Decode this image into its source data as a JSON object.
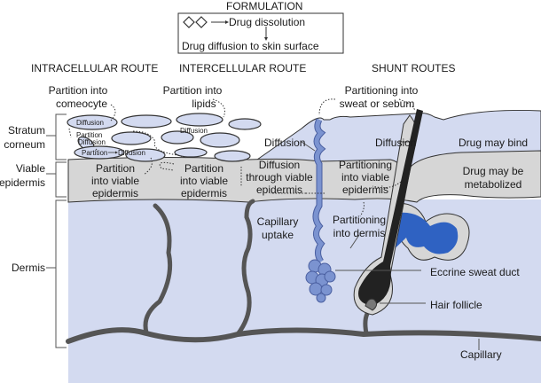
{
  "formulation": {
    "title": "FORMULATION",
    "step1": "Drug dissolution",
    "step2": "Drug diffusion to skin surface",
    "icon": "diamond-crystals-icon"
  },
  "routes": {
    "intracellular": "INTRACELLULAR ROUTE",
    "intercellular": "INTERCELLULAR ROUTE",
    "shunt": "SHUNT ROUTES"
  },
  "layers": {
    "stratum_corneum": [
      "Stratum",
      "corneum"
    ],
    "viable_epidermis": [
      "Viable",
      "epidermis"
    ],
    "dermis": "Dermis"
  },
  "intracellular": {
    "partition_corneocyte": [
      "Partition into",
      "comeocyte"
    ],
    "diffusion_top": "Diffusion",
    "partition_mid": "Partition",
    "diffusion_mid": "Diffusion",
    "partition_bottom": "Partition",
    "diffusion_bottom": "Diffusion",
    "partition_viable": [
      "Partition",
      "into viable",
      "epidermis"
    ]
  },
  "intercellular": {
    "partition_lipids": [
      "Partition into",
      "lipids"
    ],
    "diffusion_lipids": "Diffusion",
    "partition_viable": [
      "Partition",
      "into viable",
      "epidermis"
    ],
    "diffusion_sc": "Diffusion",
    "diffusion_viable": [
      "Diffusion",
      "through viable",
      "epidermis"
    ],
    "capillary_uptake": [
      "Capillary",
      "uptake"
    ]
  },
  "shunt": {
    "partition_sweat_sebum": [
      "Partitioning into",
      "sweat or sebum"
    ],
    "diffusion_follicle": "Diffusion",
    "drug_bind": "Drug may bind",
    "drug_metabolized": [
      "Drug may be",
      "metabolized"
    ],
    "partition_viable": [
      "Partitioning",
      "into viable",
      "epidermis"
    ],
    "partition_dermis": [
      "Partitioning",
      "into dermis"
    ]
  },
  "structures": {
    "eccrine": "Eccrine sweat duct",
    "hair_follicle": "Hair follicle",
    "capillary": "Capillary"
  },
  "colors": {
    "dermis": "#d3daf0",
    "stratum_corneum": "#d3daf0",
    "viable_epidermis": "#d6d6d6",
    "sweat_duct": "#7b93d0",
    "sebaceous_gland": "#2f62c2",
    "capillary": "#555555",
    "hair": "#222222"
  }
}
